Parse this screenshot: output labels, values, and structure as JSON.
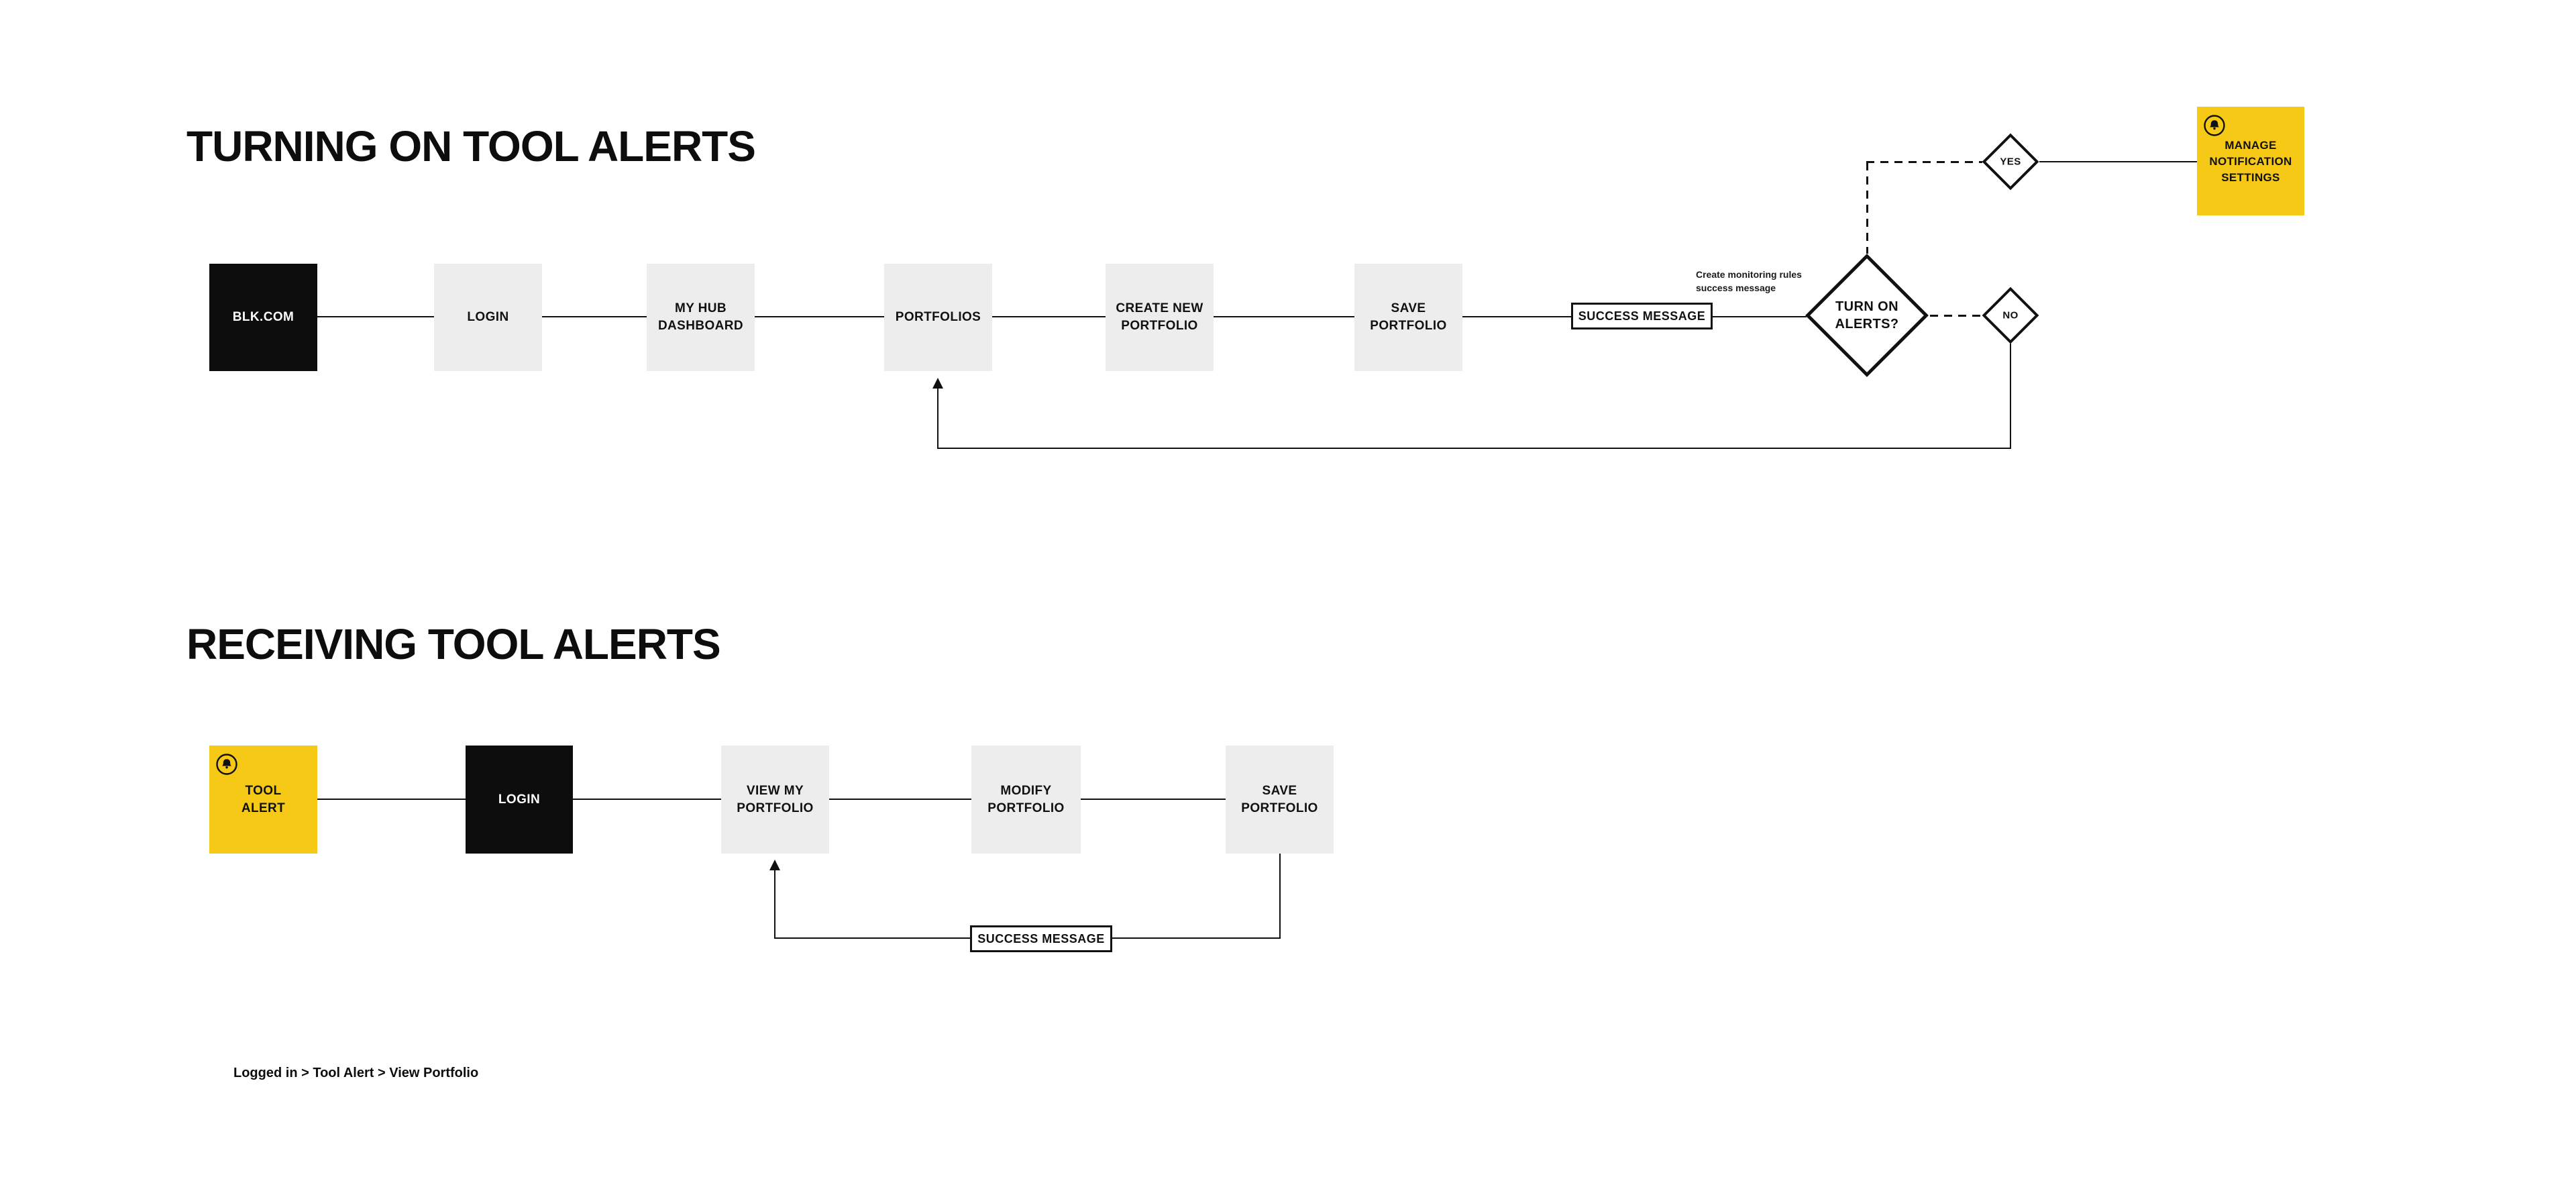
{
  "colors": {
    "accent_yellow": "#F5C916",
    "node_black": "#0D0D0D",
    "node_gray": "#EDEDED",
    "line": "#111111"
  },
  "flow1": {
    "title": "TURNING ON TOOL ALERTS",
    "nodes": [
      {
        "id": "blkcom",
        "label": "BLK.COM"
      },
      {
        "id": "login",
        "label": "LOGIN"
      },
      {
        "id": "myhub",
        "label": "MY HUB\nDASHBOARD"
      },
      {
        "id": "portfolios",
        "label": "PORTFOLIOS"
      },
      {
        "id": "createnew",
        "label": "CREATE NEW\nPORTFOLIO"
      },
      {
        "id": "saveportfolio",
        "label": "SAVE\nPORTFOLIO"
      }
    ],
    "success_message": "SUCCESS MESSAGE",
    "annotation": "Create monitoring rules\nsuccess message",
    "decision": "TURN ON\nALERTS?",
    "yes_label": "YES",
    "no_label": "NO",
    "manage": "MANAGE\nNOTIFICATION\nSETTINGS"
  },
  "flow2": {
    "title": "RECEIVING TOOL ALERTS",
    "nodes": [
      {
        "id": "toolalert",
        "label": "TOOL\nALERT"
      },
      {
        "id": "login",
        "label": "LOGIN"
      },
      {
        "id": "viewmy",
        "label": "VIEW MY\nPORTFOLIO"
      },
      {
        "id": "modify",
        "label": "MODIFY\nPORTFOLIO"
      },
      {
        "id": "save",
        "label": "SAVE\nPORTFOLIO"
      }
    ],
    "success_message": "SUCCESS MESSAGE",
    "breadcrumb": "Logged in > Tool Alert > View Portfolio"
  }
}
